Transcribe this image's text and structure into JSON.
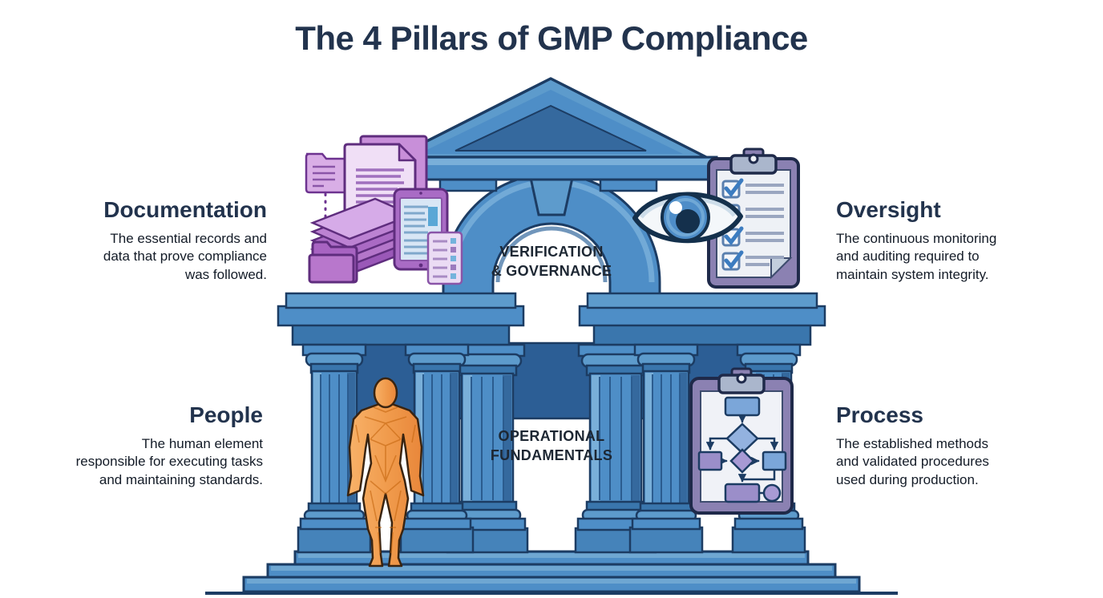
{
  "title": "The 4 Pillars of GMP Compliance",
  "temple": {
    "arch_label": "VERIFICATION\n& GOVERNANCE",
    "base_label": "OPERATIONAL\nFUNDAMENTALS"
  },
  "pillars": [
    {
      "id": "documentation",
      "heading": "Documentation",
      "description": "The essential records and\ndata that prove compliance\nwas followed.",
      "icon": "documents-stack-icon",
      "align": "right"
    },
    {
      "id": "oversight",
      "heading": "Oversight",
      "description": "The continuous monitoring\nand auditing required to\nmaintain system integrity.",
      "icon": "eye-checklist-icon",
      "align": "left"
    },
    {
      "id": "people",
      "heading": "People",
      "description": "The human element\nresponsible for executing tasks\nand maintaining standards.",
      "icon": "human-figure-icon",
      "align": "right"
    },
    {
      "id": "process",
      "heading": "Process",
      "description": "The established methods\nand validated procedures\nused during production.",
      "icon": "flowchart-clipboard-icon",
      "align": "left"
    }
  ],
  "colors": {
    "background": "#FFFFFF",
    "title_ink": "#22334D",
    "body_ink": "#131B27",
    "temple_blue": "#4E8EC7",
    "temple_blue_light": "#79AFD9",
    "temple_blue_mid": "#3A76AD",
    "temple_blue_dark": "#2C5E95",
    "outline_navy": "#1C3C63",
    "doc_purple": "#A864C2",
    "doc_purple_light": "#F0DFF6",
    "doc_purple_dark": "#5F2D7E",
    "clipboard_frame": "#8B81B2",
    "clip_metal": "#AAB6CC",
    "check_blue": "#3C7CC0",
    "figure_orange": "#F09A4B"
  }
}
